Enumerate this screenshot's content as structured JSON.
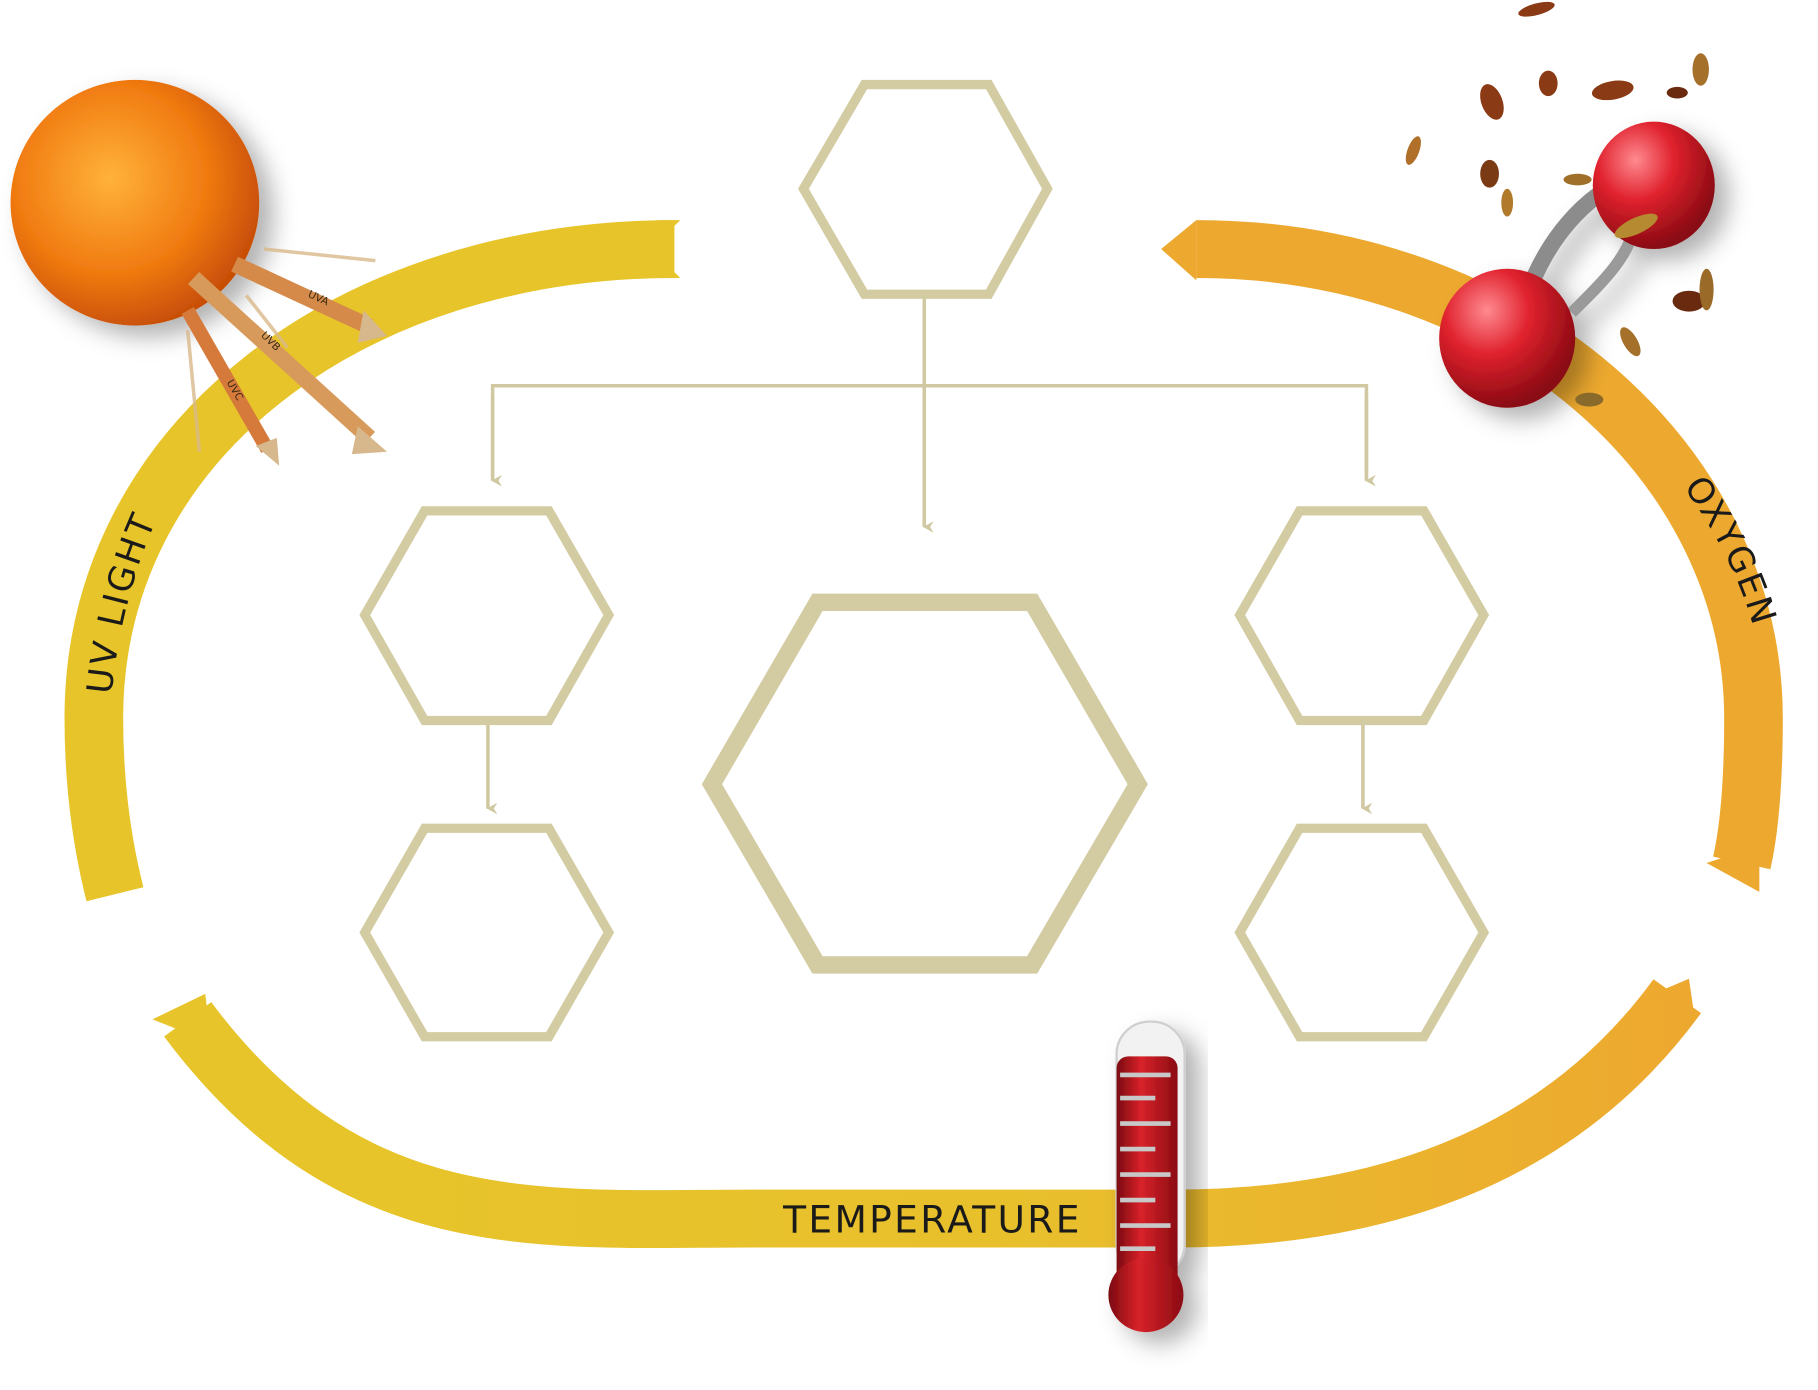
{
  "colors": {
    "uv_band": "#e7c52a",
    "oxygen_band": "#eda92f",
    "hexagon_stroke": "#d3cca3",
    "connector": "#cfc8a0",
    "sun": "#f07a10",
    "molecule": "#d8222e",
    "thermometer": "#c8141c"
  },
  "labels": {
    "uv_light": "UV LIGHT",
    "oxygen": "OXYGEN",
    "temperature": "TEMPERATURE"
  },
  "uv_rays": [
    "UVA",
    "UVB",
    "UVC"
  ],
  "icons": [
    "sun-icon",
    "oxygen-molecule-icon",
    "thermometer-icon",
    "autumn-leaves-icon"
  ]
}
